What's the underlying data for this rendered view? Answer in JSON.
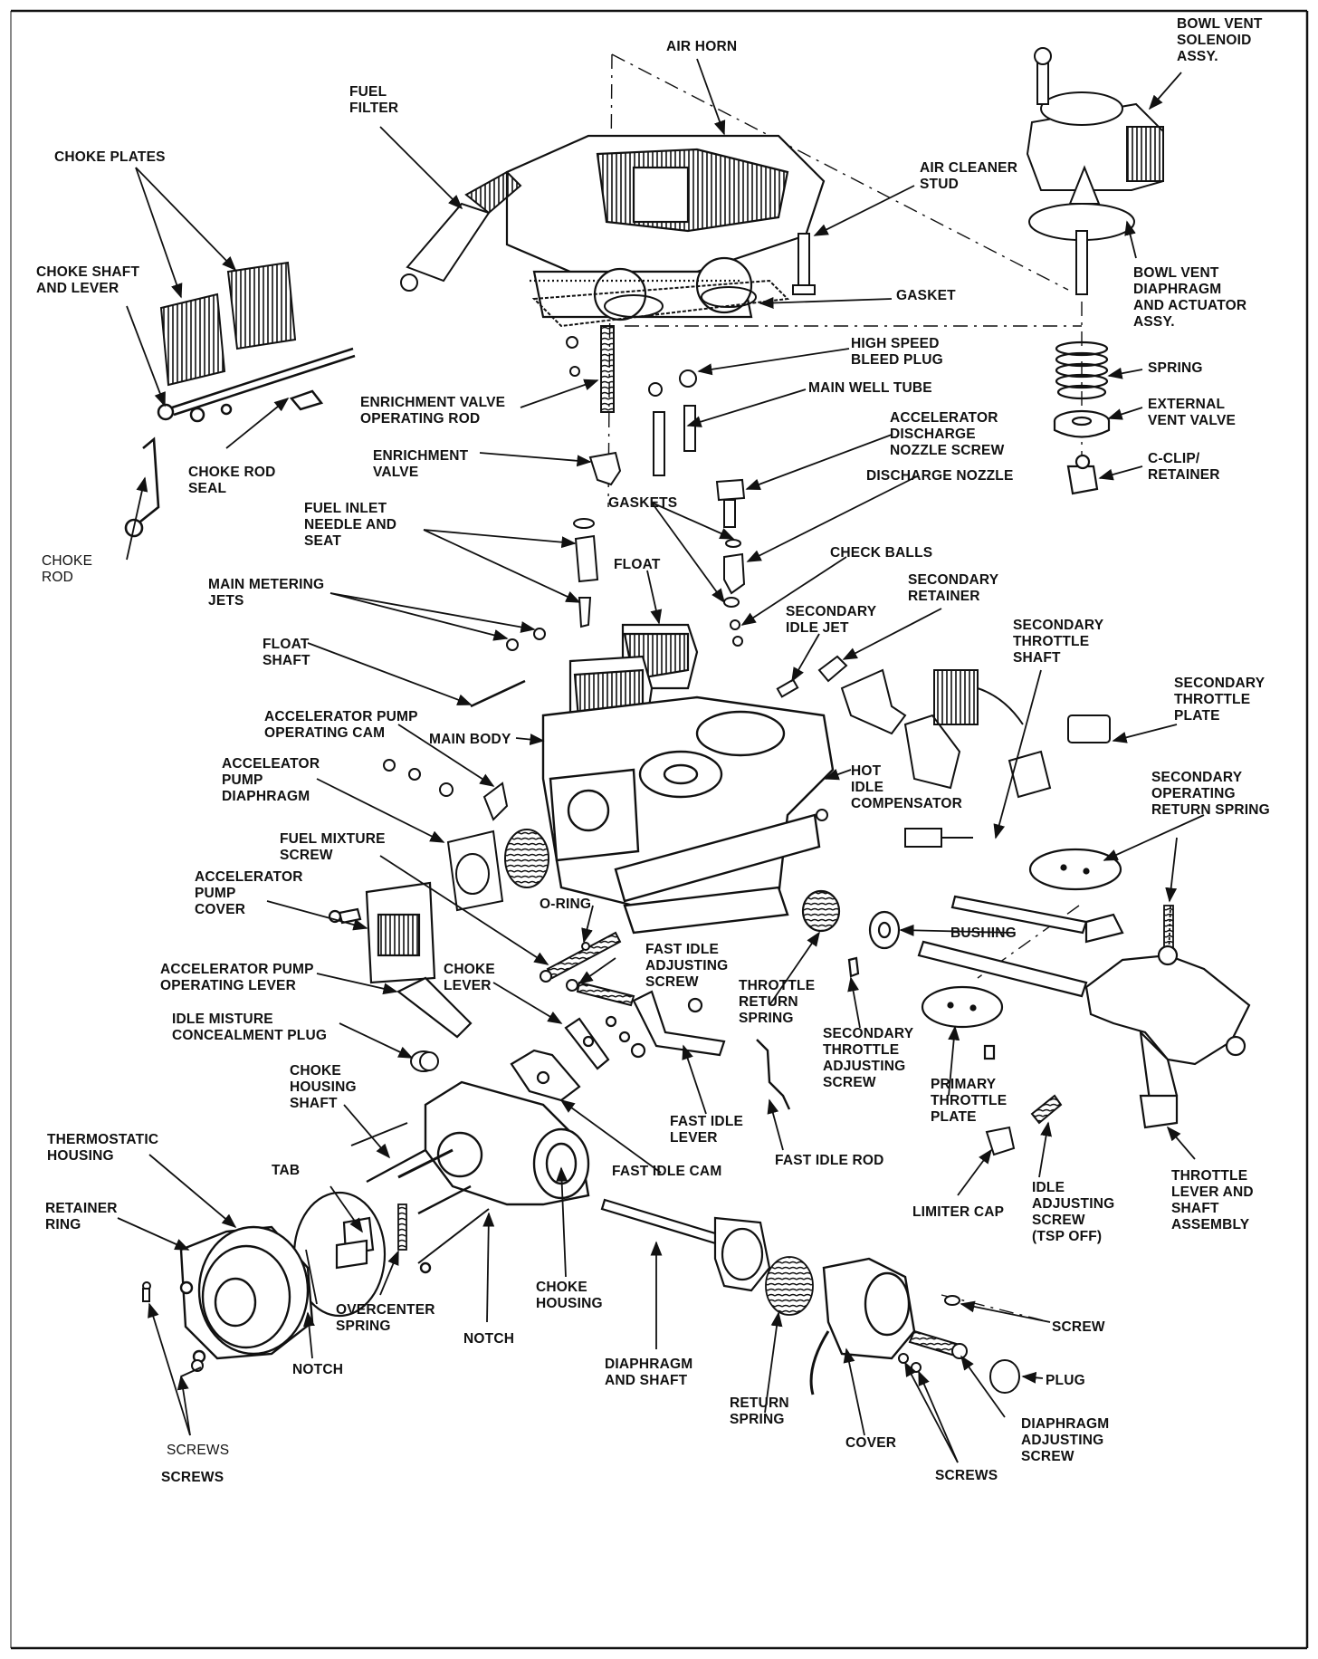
{
  "diagram": {
    "labels": {
      "air_horn": "AIR HORN",
      "bowl_vent_solenoid": "BOWL VENT\nSOLENOID\nASSY.",
      "fuel_filter": "FUEL\nFILTER",
      "choke_plates": "CHOKE PLATES",
      "air_cleaner_stud": "AIR CLEANER\nSTUD",
      "bowl_vent_diaphragm": "BOWL VENT\nDIAPHRAGM\nAND ACTUATOR\nASSY.",
      "choke_shaft_lever": "CHOKE SHAFT\nAND LEVER",
      "gasket": "GASKET",
      "high_speed_bleed_plug": "HIGH SPEED\nBLEED PLUG",
      "spring": "SPRING",
      "enrichment_valve_operating_rod": "ENRICHMENT VALVE\nOPERATING ROD",
      "main_well_tube": "MAIN WELL TUBE",
      "external_vent_valve": "EXTERNAL\nVENT VALVE",
      "accelerator_discharge_nozzle_screw": "ACCELERATOR\nDISCHARGE\nNOZZLE SCREW",
      "enrichment_valve": "ENRICHMENT\nVALVE",
      "c_clip_retainer": "C-CLIP/\nRETAINER",
      "choke_rod_seal": "CHOKE ROD\nSEAL",
      "discharge_nozzle": "DISCHARGE NOZZLE",
      "gaskets": "GASKETS",
      "fuel_inlet_needle_seat": "FUEL INLET\nNEEDLE AND\nSEAT",
      "choke_rod": "CHOKE\nROD",
      "check_balls": "CHECK BALLS",
      "float": "FLOAT",
      "main_metering_jets": "MAIN METERING\nJETS",
      "secondary_retainer": "SECONDARY\nRETAINER",
      "secondary_idle_jet": "SECONDARY\nIDLE JET",
      "secondary_throttle_shaft": "SECONDARY\nTHROTTLE\nSHAFT",
      "float_shaft": "FLOAT\nSHAFT",
      "secondary_throttle_plate": "SECONDARY\nTHROTTLE\nPLATE",
      "accelerator_pump_operating_cam": "ACCELERATOR PUMP\nOPERATING CAM",
      "main_body": "MAIN BODY",
      "hot_idle_compensator": "HOT\nIDLE\nCOMPENSATOR",
      "acceleator_pump_diaphragm": "ACCELEATOR\nPUMP\nDIAPHRAGM",
      "secondary_operating_return_spring": "SECONDARY\nOPERATING\nRETURN SPRING",
      "fuel_mixture_screw": "FUEL MIXTURE\nSCREW",
      "accelerator_pump_cover": "ACCELERATOR\nPUMP\nCOVER",
      "o_ring": "O-RING",
      "bushing": "BUSHING",
      "fast_idle_adjusting_screw": "FAST IDLE\nADJUSTING\nSCREW",
      "accelerator_pump_operating_lever": "ACCELERATOR PUMP\nOPERATING LEVER",
      "choke_lever": "CHOKE\nLEVER",
      "throttle_return_spring": "THROTTLE\nRETURN\nSPRING",
      "secondary_throttle_adjusting_screw": "SECONDARY\nTHROTTLE\nADJUSTING\nSCREW",
      "idle_misture_concealment_plug": "IDLE MISTURE\nCONCEALMENT PLUG",
      "primary_throttle_plate": "PRIMARY\nTHROTTLE\nPLATE",
      "choke_housing_shaft": "CHOKE\nHOUSING\nSHAFT",
      "fast_idle_lever": "FAST IDLE\nLEVER",
      "thermostatic_housing": "THERMOSTATIC\nHOUSING",
      "fast_idle_rod": "FAST IDLE ROD",
      "tab": "TAB",
      "fast_idle_cam": "FAST IDLE CAM",
      "throttle_lever_shaft_assembly": "THROTTLE\nLEVER AND\nSHAFT\nASSEMBLY",
      "retainer_ring": "RETAINER\nRING",
      "limiter_cap": "LIMITER CAP",
      "idle_adjusting_screw": "IDLE\nADJUSTING\nSCREW\n(TSP OFF)",
      "choke_housing": "CHOKE\nHOUSING",
      "overcenter_spring": "OVERCENTER\nSPRING",
      "notch_center": "NOTCH",
      "screw": "SCREW",
      "notch_left": "NOTCH",
      "diaphragm_and_shaft": "DIAPHRAGM\nAND SHAFT",
      "plug": "PLUG",
      "return_spring": "RETURN\nSPRING",
      "diaphragm_adjusting_screw": "DIAPHRAGM\nADJUSTING\nSCREW",
      "cover": "COVER",
      "screws_small": "SCREWS",
      "screws_left": "SCREWS",
      "screws_right": "SCREWS"
    }
  }
}
